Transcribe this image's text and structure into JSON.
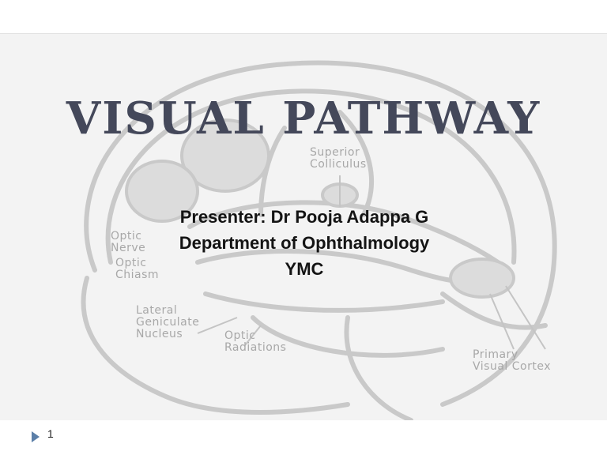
{
  "slide": {
    "title": "VISUAL PATHWAY",
    "presenter_lines": [
      "Presenter: Dr Pooja Adappa G",
      "Department of Ophthalmology",
      "YMC"
    ],
    "slide_number": "1"
  },
  "diagram_labels": {
    "superior_colliculus": [
      "Superior",
      "Colliculus"
    ],
    "optic_nerve": [
      "Optic",
      "Nerve"
    ],
    "optic_chiasm": [
      "Optic",
      "Chiasm"
    ],
    "lateral_geniculate_nucleus": [
      "Lateral",
      "Geniculate",
      "Nucleus"
    ],
    "optic_radiations": [
      "Optic",
      "Radiations"
    ],
    "primary_visual_cortex": [
      "Primary",
      "Visual Cortex"
    ]
  },
  "colors": {
    "title": "#44485a",
    "body_text": "#141414",
    "marker": "#5b7fa8",
    "diagram": "#c8c8c8"
  },
  "icons": {
    "slide_marker": "triangle-right-icon"
  }
}
